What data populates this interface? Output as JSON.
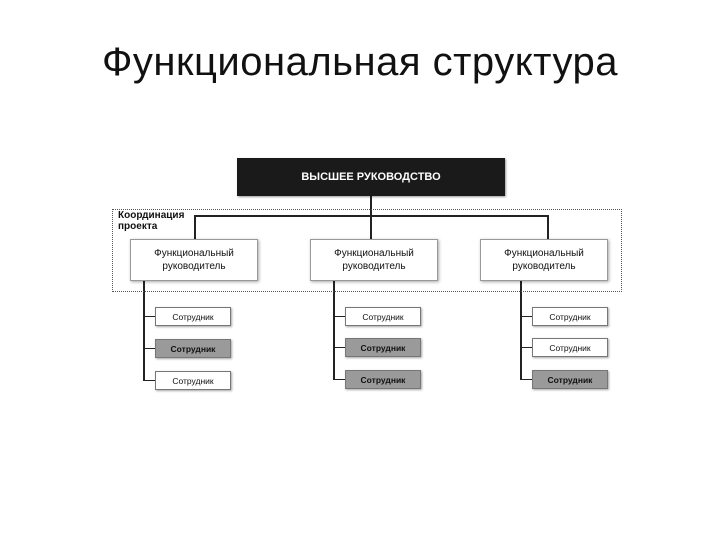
{
  "title": "Функциональная структура",
  "diagram": {
    "top_management": "ВЫСШЕЕ РУКОВОДСТВО",
    "coordination_label": "Координация\nпроекта",
    "managers": [
      {
        "label": "Функциональный\nруководитель",
        "employees": [
          {
            "label": "Сотрудник",
            "shade": "light"
          },
          {
            "label": "Сотрудник",
            "shade": "dark"
          },
          {
            "label": "Сотрудник",
            "shade": "light"
          }
        ]
      },
      {
        "label": "Функциональный\nруководитель",
        "employees": [
          {
            "label": "Сотрудник",
            "shade": "light"
          },
          {
            "label": "Сотрудник",
            "shade": "dark"
          },
          {
            "label": "Сотрудник",
            "shade": "dark"
          }
        ]
      },
      {
        "label": "Функциональный\nруководитель",
        "employees": [
          {
            "label": "Сотрудник",
            "shade": "light"
          },
          {
            "label": "Сотрудник",
            "shade": "light"
          },
          {
            "label": "Сотрудник",
            "shade": "dark"
          }
        ]
      }
    ]
  }
}
